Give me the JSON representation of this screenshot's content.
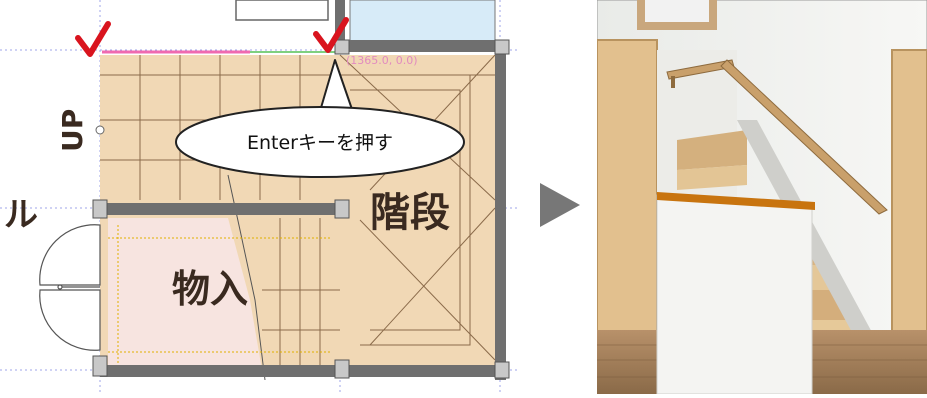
{
  "plan": {
    "label_up": "UP",
    "label_stairs": "階段",
    "label_storage": "物入",
    "label_partial_left": "ル",
    "coordinate_readout": "(1365.0, 0.0)",
    "callout_text": "Enterキーを押す"
  },
  "colors": {
    "stair_fill": "#f1d8b5",
    "wall": "#6f6f6f",
    "check_mark": "#d9141e",
    "label_text": "#3a2a20",
    "arrow": "#777777"
  }
}
